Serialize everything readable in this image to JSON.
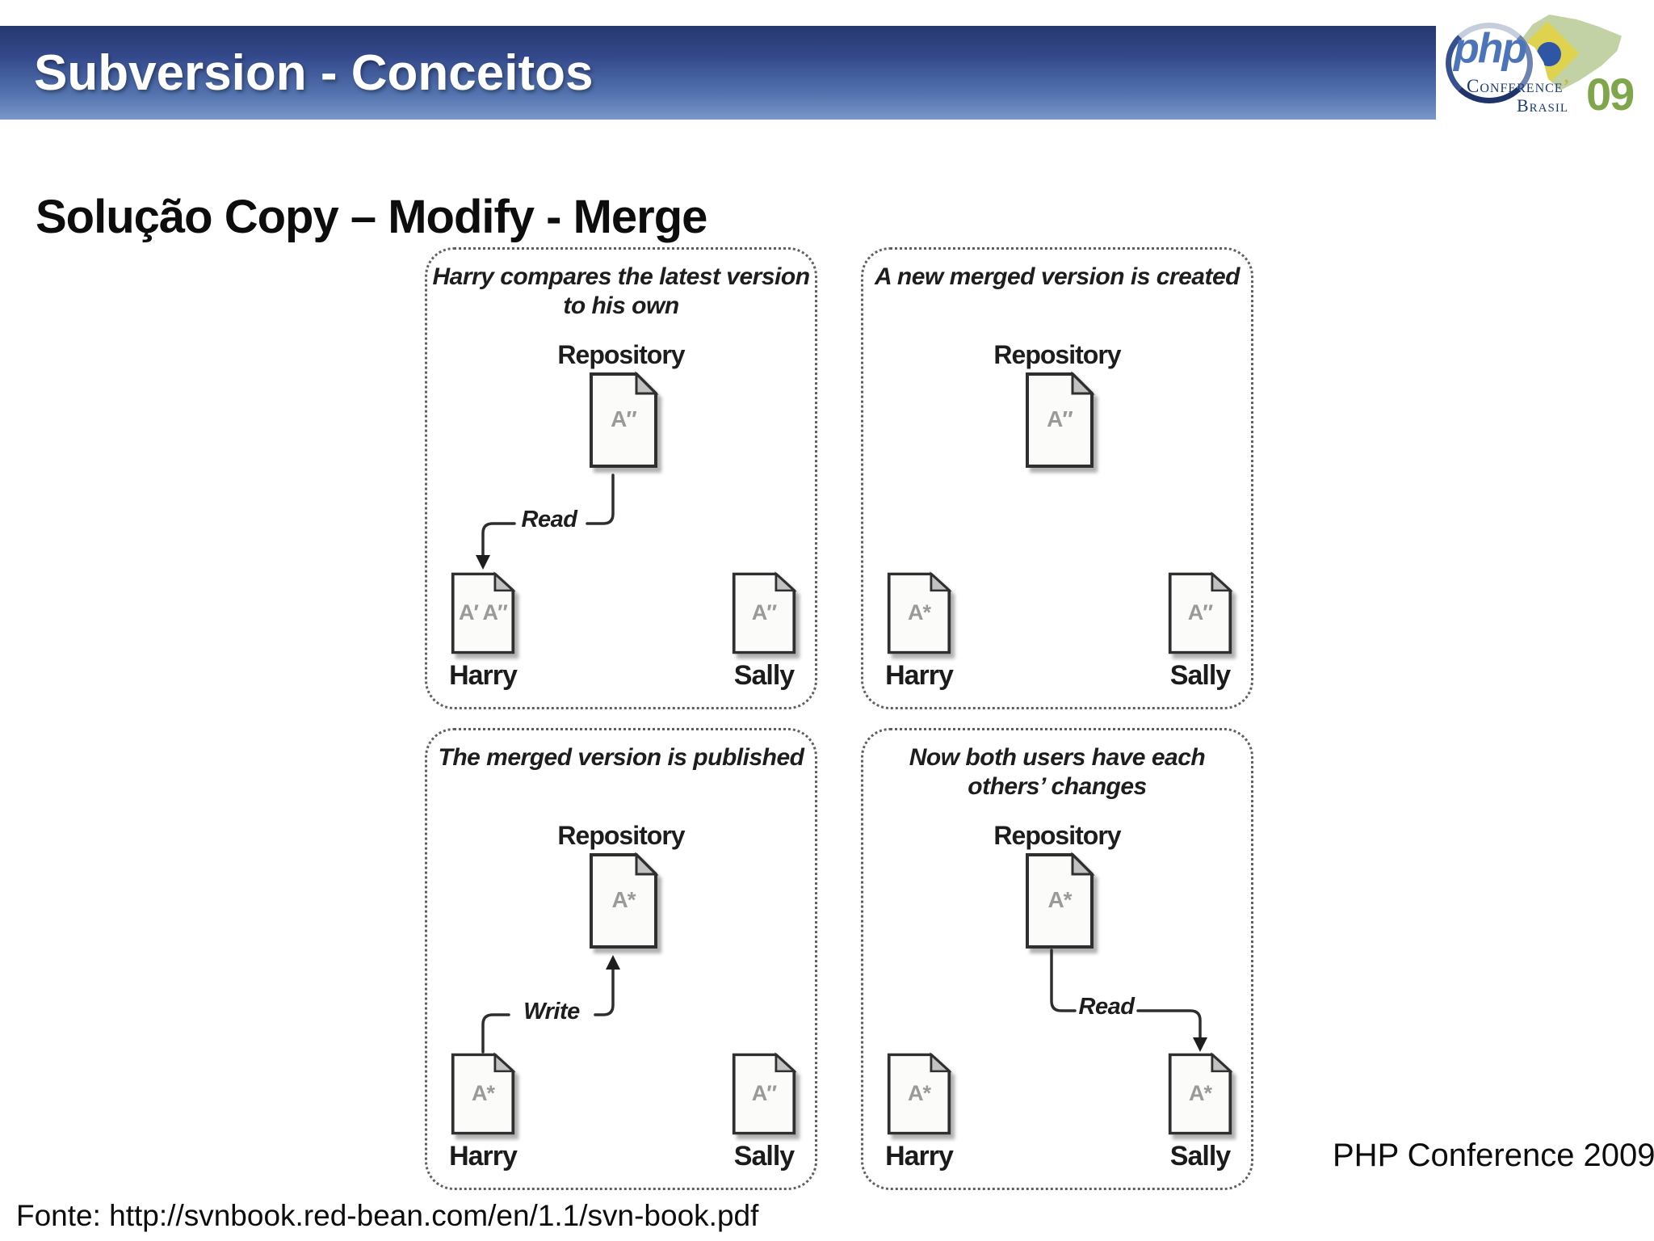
{
  "header": {
    "title": "Subversion - Conceitos"
  },
  "logo": {
    "php": "php",
    "conference": "Conference",
    "apostrophe": "’",
    "brasil": "Brasil",
    "year": "09"
  },
  "heading": "Solução Copy – Modify - Merge",
  "diagram": {
    "panels": [
      {
        "caption_lines": [
          "Harry compares the latest version",
          "to his own"
        ],
        "repository_label": "Repository",
        "repository_doc_label": "A″",
        "arrow_label": "Read",
        "harry": {
          "doc_label": "A′ A″",
          "name": "Harry"
        },
        "sally": {
          "doc_label": "A″",
          "name": "Sally"
        }
      },
      {
        "caption_lines": [
          "A new merged version is created"
        ],
        "repository_label": "Repository",
        "repository_doc_label": "A″",
        "harry": {
          "doc_label": "A*",
          "name": "Harry"
        },
        "sally": {
          "doc_label": "A″",
          "name": "Sally"
        }
      },
      {
        "caption_lines": [
          "The merged version is published"
        ],
        "repository_label": "Repository",
        "repository_doc_label": "A*",
        "arrow_label": "Write",
        "harry": {
          "doc_label": "A*",
          "name": "Harry"
        },
        "sally": {
          "doc_label": "A″",
          "name": "Sally"
        }
      },
      {
        "caption_lines": [
          "Now both users have each",
          "others’ changes"
        ],
        "repository_label": "Repository",
        "repository_doc_label": "A*",
        "arrow_label": "Read",
        "harry": {
          "doc_label": "A*",
          "name": "Harry"
        },
        "sally": {
          "doc_label": "A*",
          "name": "Sally"
        }
      }
    ]
  },
  "footer": {
    "source": "Fonte: http://svnbook.red-bean.com/en/1.1/svn-book.pdf",
    "right": "PHP Conference 2009"
  },
  "colors": {
    "bar_gradient_top": "#26386f",
    "bar_gradient_bottom": "#7b97ca",
    "title_text": "#ffffff",
    "logo_php_blue": "#4c74b8",
    "logo_year_green": "#7fa64a",
    "logo_map_green": "#c2d2a4",
    "doc_fill": "#fbfbfa",
    "doc_label_gray": "#9a9a9a",
    "line_color": "#2e2e2e"
  }
}
